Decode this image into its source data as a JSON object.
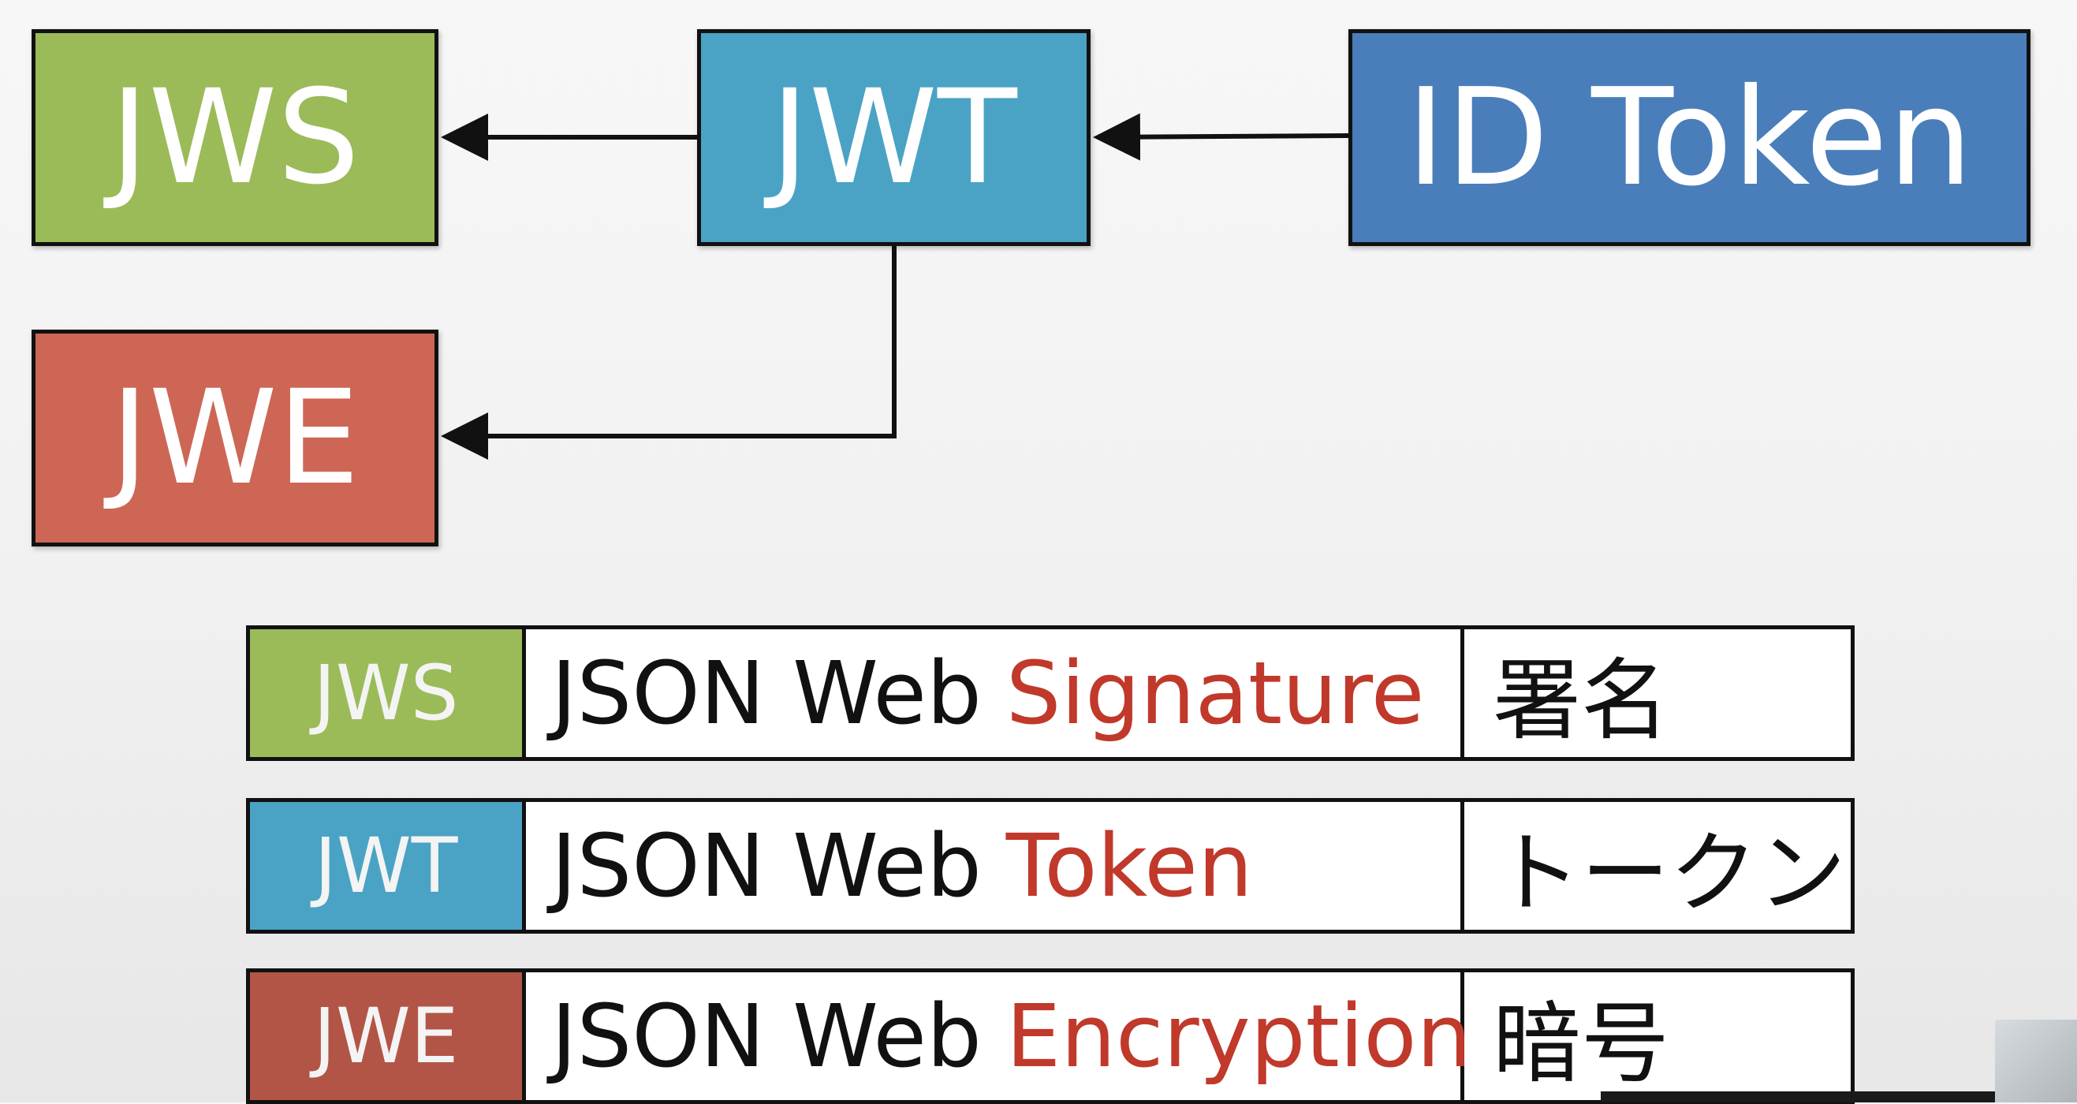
{
  "diagram": {
    "nodes": {
      "jws": {
        "label": "JWS",
        "color": "#9bbb59"
      },
      "jwt": {
        "label": "JWT",
        "color": "#4aa3c4"
      },
      "id_token": {
        "label": "ID Token",
        "color": "#4a7ebb"
      },
      "jwe": {
        "label": "JWE",
        "color": "#cd6655"
      }
    },
    "edges": [
      {
        "from": "ID Token",
        "to": "JWT"
      },
      {
        "from": "JWT",
        "to": "JWS"
      },
      {
        "from": "JWT",
        "to": "JWE"
      }
    ]
  },
  "table": {
    "rows": [
      {
        "abbr": "JWS",
        "prefix": "JSON Web",
        "keyword": "Signature",
        "japanese": "署名",
        "color": "#9bbb59"
      },
      {
        "abbr": "JWT",
        "prefix": "JSON Web",
        "keyword": "Token",
        "japanese": "トークン",
        "color": "#4aa3c4"
      },
      {
        "abbr": "JWE",
        "prefix": "JSON Web",
        "keyword": "Encryption",
        "japanese": "暗号",
        "color": "#cd6655"
      }
    ],
    "keyword_color": "#c0392b"
  }
}
